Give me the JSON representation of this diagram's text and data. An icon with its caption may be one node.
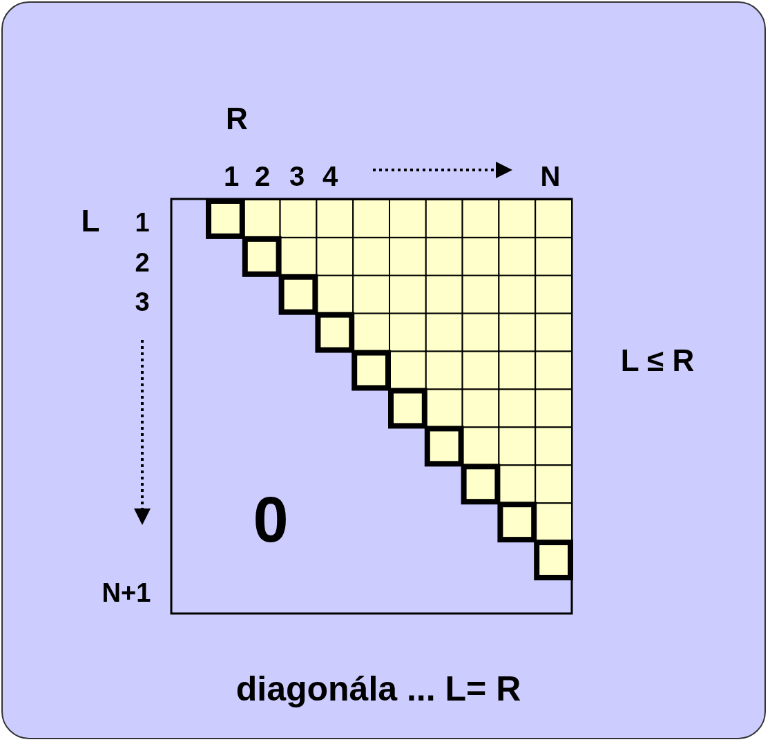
{
  "diagram": {
    "caption": "diagonála ... L= R",
    "labels": [
      "R",
      "1",
      "2",
      "3",
      "4",
      "N",
      "L",
      "1",
      "2",
      "3",
      "N+1",
      "0",
      "L ≤ R"
    ]
  }
}
